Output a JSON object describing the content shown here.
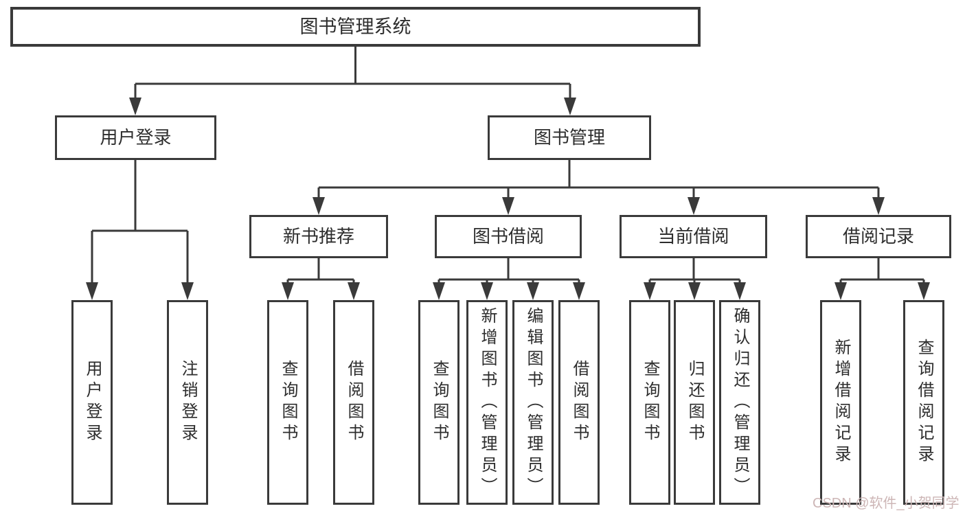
{
  "tree": {
    "label": "图书管理系统",
    "children": [
      {
        "label": "用户登录",
        "children": [
          {
            "label": "用户登录"
          },
          {
            "label": "注销登录"
          }
        ]
      },
      {
        "label": "图书管理",
        "children": [
          {
            "label": "新书推荐",
            "children": [
              {
                "label": "查询图书"
              },
              {
                "label": "借阅图书"
              }
            ]
          },
          {
            "label": "图书借阅",
            "children": [
              {
                "label": "查询图书"
              },
              {
                "label": "新增图书（管理员）"
              },
              {
                "label": "编辑图书（管理员）"
              },
              {
                "label": "借阅图书"
              }
            ]
          },
          {
            "label": "当前借阅",
            "children": [
              {
                "label": "查询图书"
              },
              {
                "label": "归还图书"
              },
              {
                "label": "确认归还（管理员）"
              }
            ]
          },
          {
            "label": "借阅记录",
            "children": [
              {
                "label": "新增借阅记录"
              },
              {
                "label": "查询借阅记录"
              }
            ]
          }
        ]
      }
    ]
  },
  "watermark": "CSDN @软件_小贺同学",
  "colors": {
    "line": "#3a3a3a",
    "text": "#2d2d2d",
    "watermark": "#cdb6b6",
    "background": "#ffffff"
  }
}
